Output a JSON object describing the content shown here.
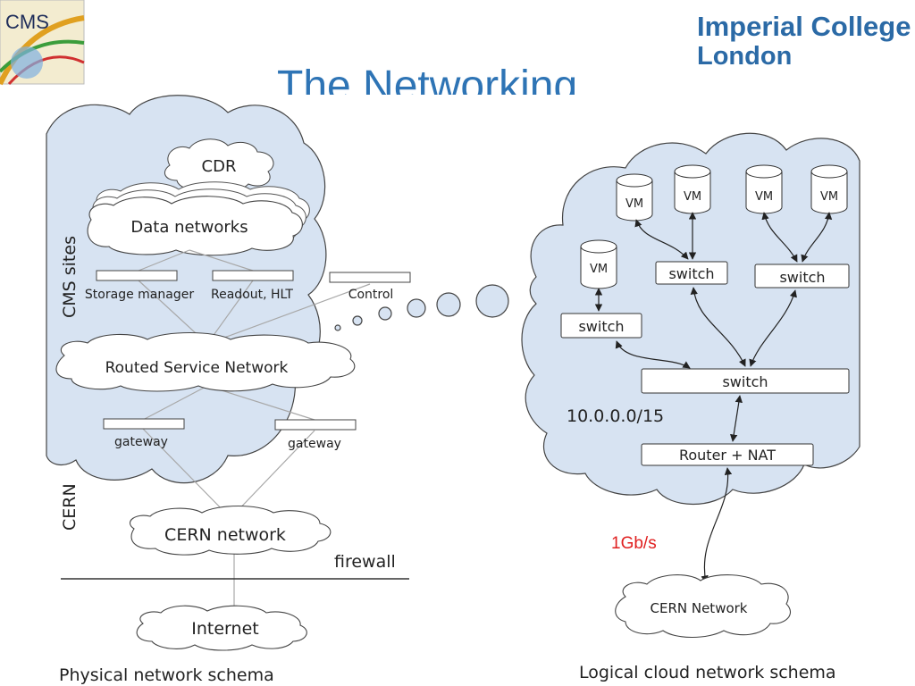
{
  "logos": {
    "left_text": "CMS",
    "right_line1": "Imperial College",
    "right_line2": "London"
  },
  "title": "The Networking",
  "physical": {
    "cdr": "CDR",
    "data_networks": "Data networks",
    "storage_manager": "Storage manager",
    "readout_hlt": "Readout, HLT",
    "control": "Control",
    "routed_service_network": "Routed Service Network",
    "gateway_left": "gateway",
    "gateway_right": "gateway",
    "cern_network": "CERN network",
    "firewall": "firewall",
    "internet": "Internet",
    "side_cms_sites": "CMS sites",
    "side_cern": "CERN",
    "caption": "Physical network schema"
  },
  "logical": {
    "vms": [
      "VM",
      "VM",
      "VM",
      "VM",
      "VM"
    ],
    "switches": [
      "switch",
      "switch",
      "switch",
      "switch"
    ],
    "subnet": "10.0.0.0/15",
    "router": "Router + NAT",
    "bandwidth": "1Gb/s",
    "cern_network": "CERN Network",
    "caption": "Logical cloud network schema"
  },
  "colors": {
    "cloud_fill": "#d7e3f2",
    "cloud_stroke": "#444444",
    "title": "#2e74b5",
    "bandwidth": "#e02020",
    "college": "#2b6aa6"
  }
}
